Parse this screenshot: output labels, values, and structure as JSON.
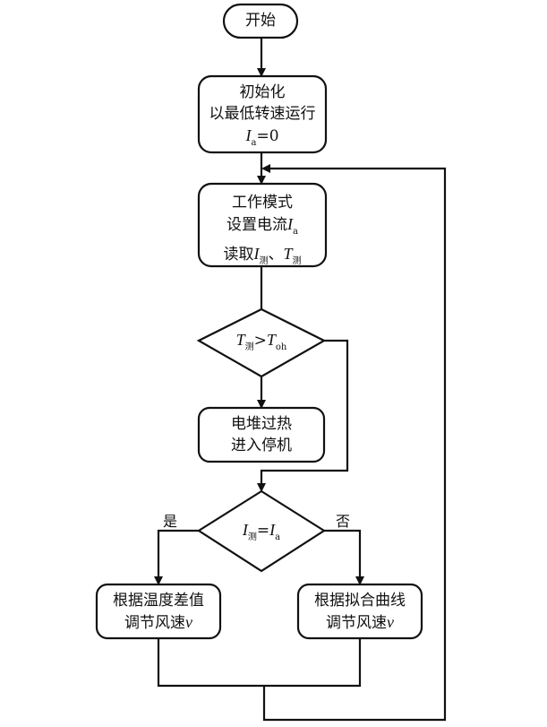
{
  "nodes": {
    "start": {
      "label": "开始"
    },
    "init": {
      "line1": "初始化",
      "line2": "以最低转速运行",
      "line3_var": "I",
      "line3_sub": "a",
      "line3_rest": "=0"
    },
    "work": {
      "line1": "工作模式",
      "line2_text": "设置电流",
      "line2_var": "I",
      "line2_sub": "a",
      "line3_text": "读取",
      "line3_var1": "I",
      "line3_sub1": "测",
      "line3_sep": "、",
      "line3_var2": "T",
      "line3_sub2": "测"
    },
    "decision1": {
      "var1": "T",
      "sub1": "测",
      "op": ">",
      "var2": "T",
      "sub2": "oh"
    },
    "overheat": {
      "line1": "电堆过热",
      "line2": "进入停机"
    },
    "decision2": {
      "var1": "I",
      "sub1": "测",
      "op": "=",
      "var2": "I",
      "sub2": "a"
    },
    "left_action": {
      "line1": "根据温度差值",
      "line2_text": "调节风速",
      "line2_var": "v"
    },
    "right_action": {
      "line1": "根据拟合曲线",
      "line2_text": "调节风速",
      "line2_var": "v"
    }
  },
  "edge_labels": {
    "yes": "是",
    "no": "否"
  },
  "colors": {
    "stroke": "#111111",
    "background": "#ffffff"
  }
}
